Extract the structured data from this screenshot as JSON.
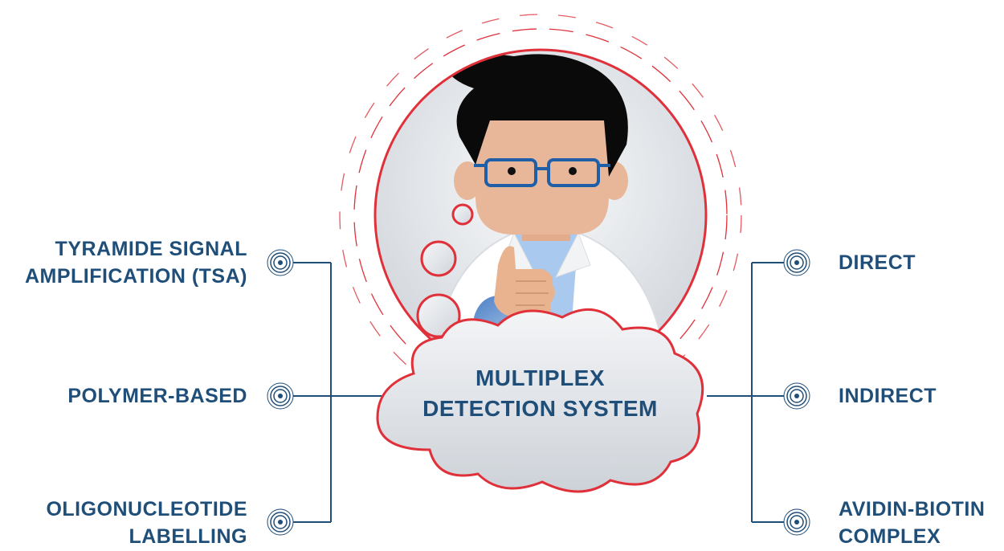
{
  "center": {
    "title_line1": "MULTIPLEX",
    "title_line2": "DETECTION SYSTEM"
  },
  "left_items": [
    {
      "line1": "TYRAMIDE SIGNAL",
      "line2": "AMPLIFICATION (TSA)"
    },
    {
      "line1": "POLYMER-BASED",
      "line2": ""
    },
    {
      "line1": "OLIGONUCLEOTIDE",
      "line2": "LABELLING"
    }
  ],
  "right_items": [
    {
      "line1": "DIRECT",
      "line2": ""
    },
    {
      "line1": "INDIRECT",
      "line2": ""
    },
    {
      "line1": "AVIDIN-BIOTIN",
      "line2": "COMPLEX"
    }
  ],
  "colors": {
    "navy": "#1f4e79",
    "red": "#e0303a",
    "skin": "#e8b79a",
    "hair": "#0a0a0a",
    "glasses": "#1f5fa8",
    "bubble_fill": "#dde1e6"
  },
  "icons": [
    "scientist-illustration",
    "thought-cloud",
    "connector-node-icon"
  ]
}
